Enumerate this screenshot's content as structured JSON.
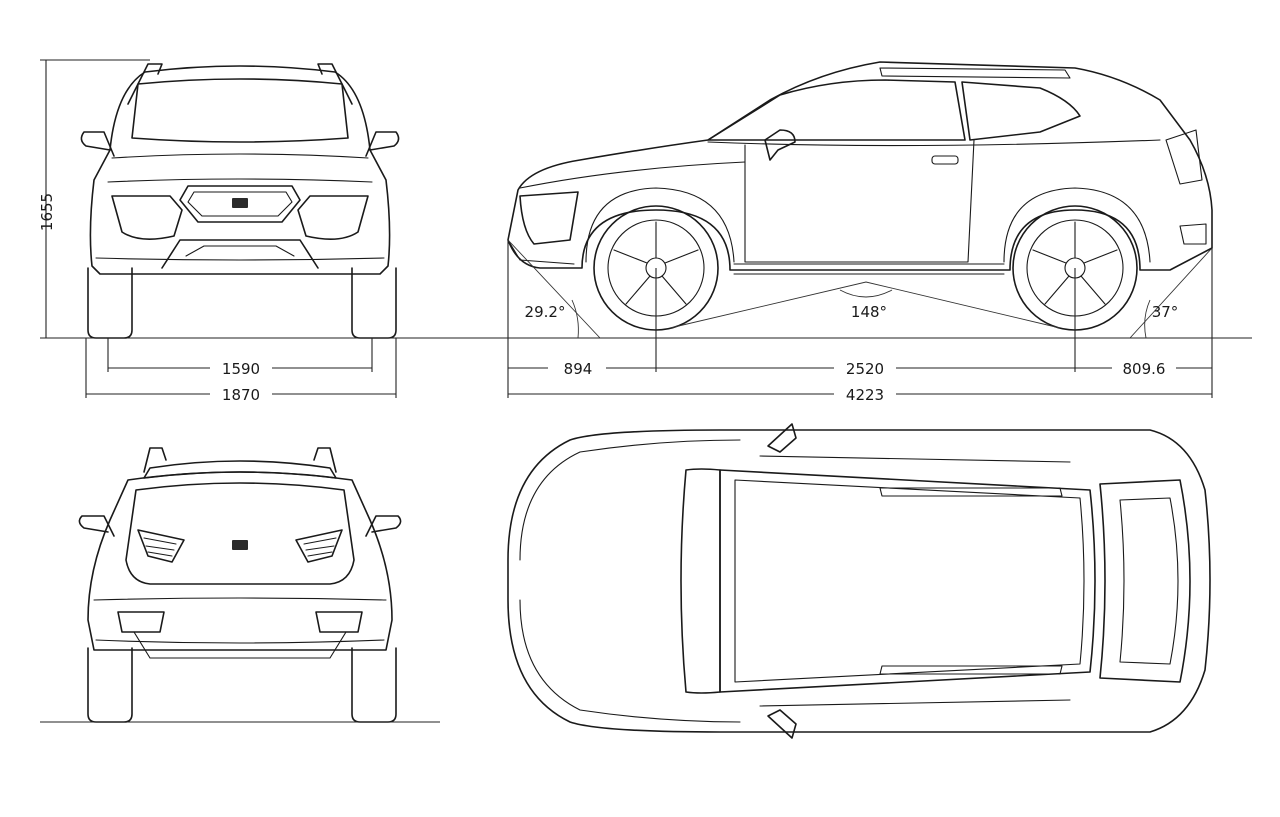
{
  "dimensions": {
    "height": "1655",
    "front_track": "1590",
    "overall_width": "1870",
    "front_overhang": "894",
    "wheelbase": "2520",
    "rear_overhang": "809.6",
    "overall_length": "4223"
  },
  "angles": {
    "approach": "29.2°",
    "breakover": "148°",
    "departure": "37°"
  },
  "icons": [
    "seat-logo-front-icon",
    "seat-logo-rear-icon",
    "wheel-front-icon",
    "wheel-rear-icon"
  ]
}
